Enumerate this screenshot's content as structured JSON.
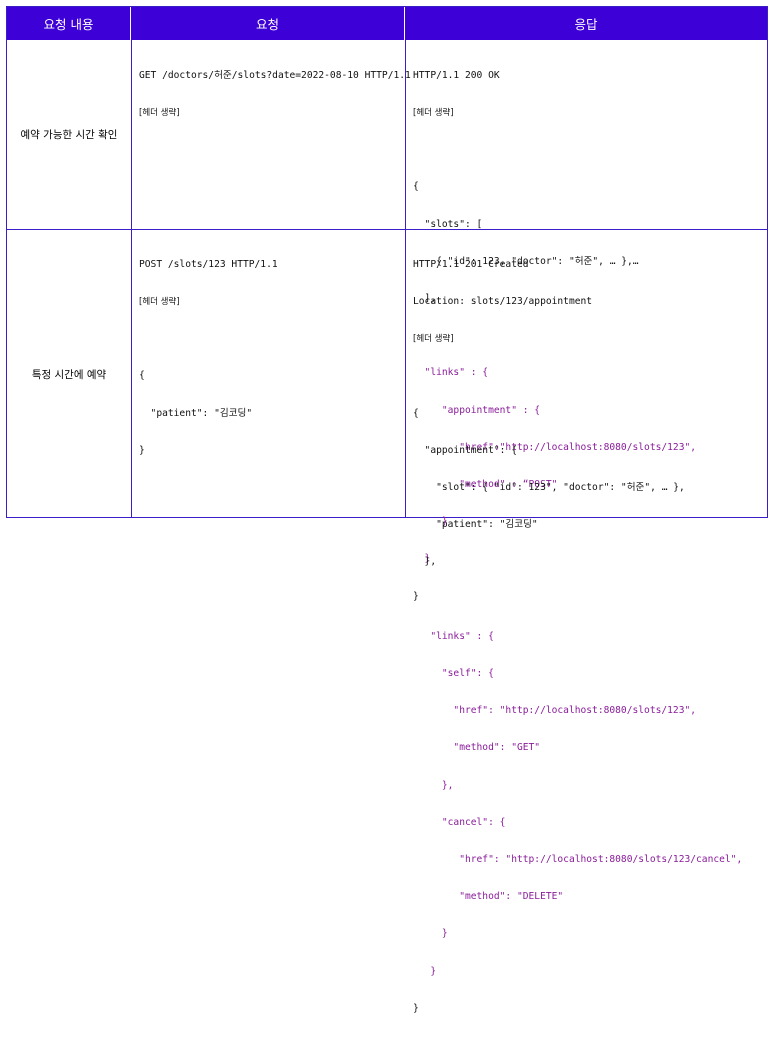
{
  "header": {
    "col1": "요청 내용",
    "col2": "요청",
    "col3": "응답"
  },
  "rows": [
    {
      "label": "예약 가능한 시간 확인",
      "request": [
        "GET /doctors/허준/slots?date=2022-08-10 HTTP/1.1",
        "[헤더 생략]"
      ],
      "response": [
        "HTTP/1.1 200 OK",
        "[헤더 생략]",
        "",
        "{",
        "  \"slots\": [",
        "    { \"id\": 123, \"doctor\": \"허준\", … },…",
        "  ],",
        "",
        "  \"links\" : {",
        "     \"appointment\" : {",
        "        \"href\":\"http://localhost:8080/slots/123\",",
        "        \"method\" : “POST\"",
        "     }",
        "  }",
        "}"
      ]
    },
    {
      "label": "특정 시간에 예약",
      "request": [
        "POST /slots/123 HTTP/1.1",
        "[헤더 생략]",
        "",
        "{",
        "  \"patient\": \"김코딩\"",
        "}"
      ],
      "response": [
        "HTTP/1.1 201 Created",
        "Location: slots/123/appointment",
        "[헤더 생략]",
        "",
        "{",
        "  \"appointment\": {",
        "    \"slot\": { \"id\": 123\", \"doctor\": \"허준\", … },",
        "    \"patient\": \"김코딩\"",
        "  },",
        "",
        "   \"links\" : {",
        "     \"self\": {",
        "       \"href\": \"http://localhost:8080/slots/123\",",
        "       \"method\": \"GET\"",
        "     },",
        "     \"cancel\": {",
        "        \"href\": \"http://localhost:8080/slots/123/cancel\",",
        "        \"method\": \"DELETE\"",
        "     }",
        "   }",
        "}"
      ]
    }
  ],
  "colors": {
    "header_bg": "#3d00d6",
    "border": "#3a1fc9",
    "links_text": "#8a1d9a"
  }
}
